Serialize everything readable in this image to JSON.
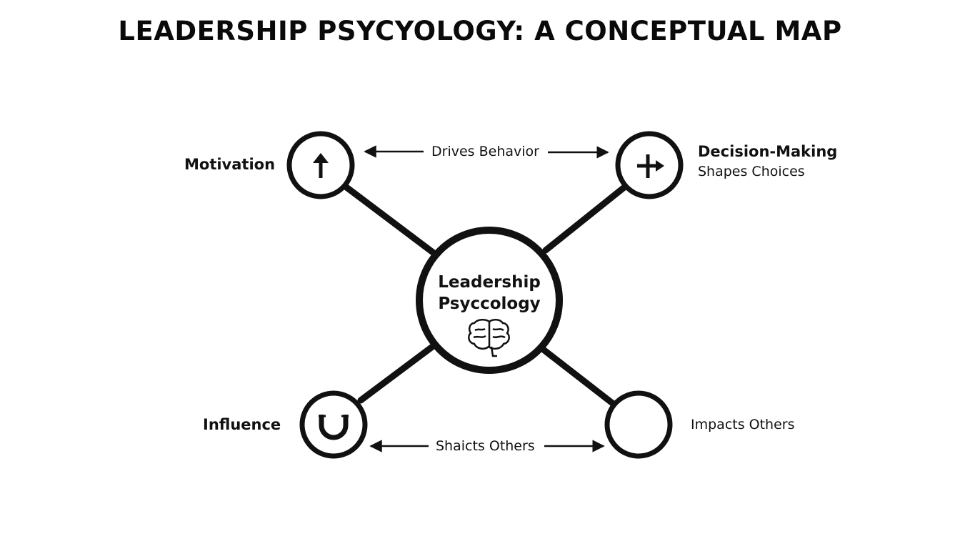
{
  "title": "LEADERSHIP PSYCYOLOGY: A CONCEPTUAL MAP",
  "center": {
    "line1": "Leadership",
    "line2": "Psyccology",
    "icon": "brain-icon"
  },
  "nodes": {
    "motivation": {
      "label": "Motivation",
      "icon": "arrow-up-icon"
    },
    "decision_making": {
      "label": "Decision-Making",
      "sublabel": "Shapes Choices",
      "icon": "turn-right-arrow-icon"
    },
    "influence": {
      "label": "Influence",
      "icon": "magnet-icon"
    },
    "bottom_right": {
      "label": "Impacts Others"
    }
  },
  "connectors": {
    "top": "Drives Behavior",
    "bottom": "Shaicts Others"
  },
  "colors": {
    "stroke": "#111111",
    "background": "#ffffff"
  }
}
